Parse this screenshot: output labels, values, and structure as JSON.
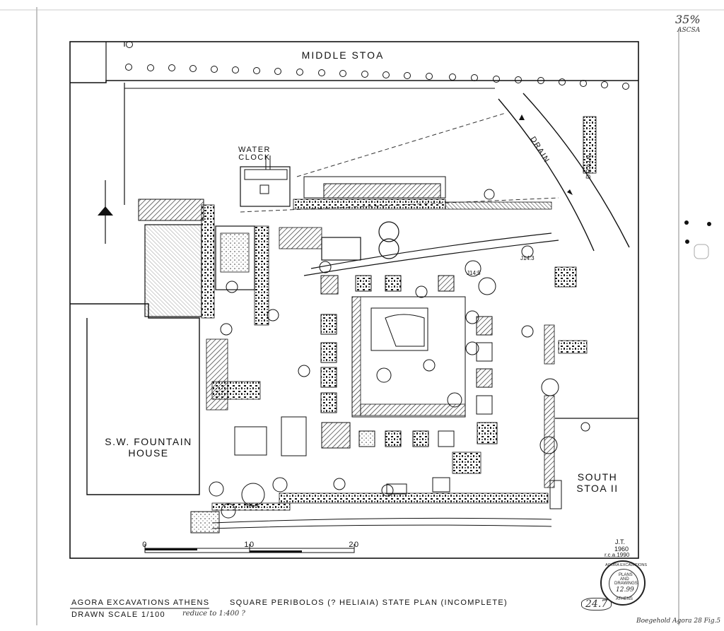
{
  "labels": {
    "middle_stoa": "MIDDLE STOA",
    "water_clock_1": "WATER",
    "water_clock_2": "CLOCK",
    "drain_left": "DRAIN",
    "drain_right": "DRAIN",
    "sw_fountain_1": "S.W. FOUNTAIN",
    "sw_fountain_2": "HOUSE",
    "south_stoa_1": "SOUTH",
    "south_stoa_2": "STOA II",
    "j14_3": "J14:3",
    "j14_5": "J14:5",
    "h15_1": "H15:1"
  },
  "scale_bar": {
    "t0": "0",
    "t10": "10",
    "t20": "20"
  },
  "credit": {
    "line1": "J.T.",
    "line2": "1960",
    "line3": "r.c.a.1990"
  },
  "corner": {
    "number": "35%",
    "code": "ASCSA"
  },
  "caption": {
    "line1_left": "AGORA EXCAVATIONS ATHENS",
    "line1_right": "SQUARE PERIBOLOS (? HELIAIA) STATE PLAN (INCOMPLETE)",
    "line2": "DRAWN SCALE 1/100",
    "handwritten_reduce": "reduce to 1:400 ?",
    "plate": "24.7",
    "footer_note": "Boegehold Agora 28 Fig.5"
  },
  "stamp": {
    "ring": "AGORA EXCAVATIONS",
    "center_1": "PLANS",
    "center_2": "AND",
    "center_3": "DRAWINGS",
    "number": "12.99",
    "bottom": "ATHENS"
  },
  "colors": {
    "ink": "#1a1a1a",
    "paper": "#ffffff",
    "hatch": "#333333"
  }
}
